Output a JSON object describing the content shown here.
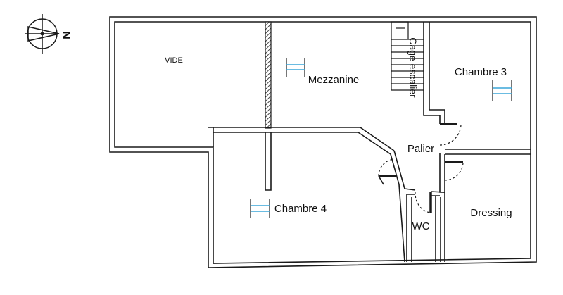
{
  "rooms": {
    "vide": "VIDE",
    "mezzanine": "Mezzanine",
    "cage_escalier": "Cage escalier",
    "chambre3": "Chambre 3",
    "palier": "Palier",
    "chambre4": "Chambre 4",
    "wc": "WC",
    "dressing": "Dressing"
  },
  "compass": {
    "north_letter": "N"
  },
  "colors": {
    "wall": "#1a1a1a",
    "window": "#3aa6d8",
    "paper": "#ffffff"
  },
  "icons": {
    "compass": "compass-icon",
    "window": "window-icon"
  }
}
